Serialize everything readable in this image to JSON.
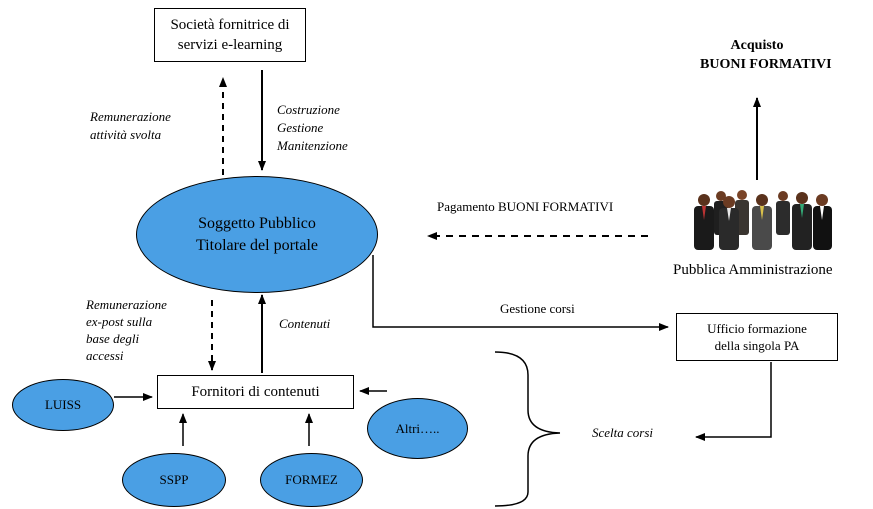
{
  "nodes": {
    "societa": [
      "Società fornitrice di",
      "servizi e-learning"
    ],
    "soggetto": [
      "Soggetto Pubblico",
      "Titolare del portale"
    ],
    "fornitori": "Fornitori di contenuti",
    "ufficio": [
      "Ufficio formazione",
      "della singola PA"
    ],
    "luiss": "LUISS",
    "sspp": "SSPP",
    "formez": "FORMEZ",
    "altri": "Altri….."
  },
  "labels": {
    "acquisto": [
      "Acquisto",
      "BUONI FORMATIVI"
    ],
    "remunerazione_attivita": [
      "Remunerazione",
      "attività svolta"
    ],
    "costruzione": [
      "Costruzione",
      "Gestione",
      "Manitenzione"
    ],
    "pagamento": "Pagamento BUONI FORMATIVI",
    "pubblica_amministrazione": "Pubblica Amministrazione",
    "gestione_corsi": "Gestione corsi",
    "remunerazione_expost": [
      "Remunerazione",
      "ex-post sulla",
      "base degli",
      "accessi"
    ],
    "contenuti": "Contenuti",
    "scelta_corsi": "Scelta corsi"
  },
  "colors": {
    "ellipse_fill": "#4a9fe4",
    "line": "#000000"
  },
  "icons": {
    "group": "business-people-group-icon"
  }
}
